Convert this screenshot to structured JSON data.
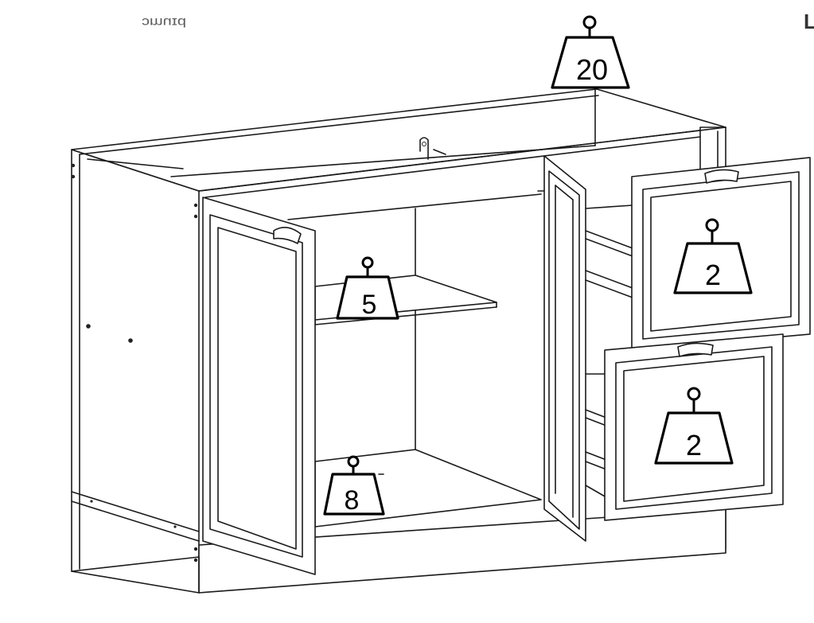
{
  "header": {
    "left_fragment": "ɔmuɪd",
    "right_fragment": "L"
  },
  "weights": {
    "top": {
      "value": "20"
    },
    "shelf": {
      "value": "5"
    },
    "bottom": {
      "value": "8"
    },
    "drawer_upper": {
      "value": "2"
    },
    "drawer_lower": {
      "value": "2"
    }
  }
}
